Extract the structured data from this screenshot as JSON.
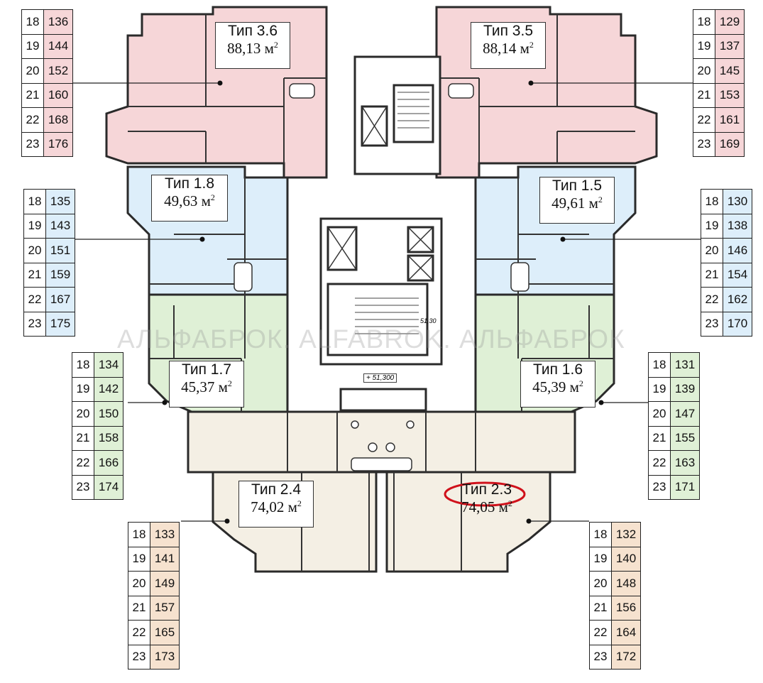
{
  "colors": {
    "pink": "#f6d6d8",
    "blue": "#ddeefa",
    "green": "#dff0d6",
    "beige": "#f4efe4",
    "peach": "#f6e2cf",
    "wall": "#2a2a2a",
    "highlight": "#d0111b"
  },
  "apartments": [
    {
      "id": "t36",
      "type": "Тип 3.6",
      "area": "88,13 м",
      "unit": "2",
      "floors": [
        "18",
        "19",
        "20",
        "21",
        "22",
        "23"
      ],
      "numbers": [
        "136",
        "144",
        "152",
        "160",
        "168",
        "176"
      ],
      "color": "pink"
    },
    {
      "id": "t35",
      "type": "Тип 3.5",
      "area": "88,14 м",
      "unit": "2",
      "floors": [
        "18",
        "19",
        "20",
        "21",
        "22",
        "23"
      ],
      "numbers": [
        "129",
        "137",
        "145",
        "153",
        "161",
        "169"
      ],
      "color": "pink"
    },
    {
      "id": "t18",
      "type": "Тип 1.8",
      "area": "49,63 м",
      "unit": "2",
      "floors": [
        "18",
        "19",
        "20",
        "21",
        "22",
        "23"
      ],
      "numbers": [
        "135",
        "143",
        "151",
        "159",
        "167",
        "175"
      ],
      "color": "blue"
    },
    {
      "id": "t15",
      "type": "Тип 1.5",
      "area": "49,61 м",
      "unit": "2",
      "floors": [
        "18",
        "19",
        "20",
        "21",
        "22",
        "23"
      ],
      "numbers": [
        "130",
        "138",
        "146",
        "154",
        "162",
        "170"
      ],
      "color": "blue"
    },
    {
      "id": "t17",
      "type": "Тип 1.7",
      "area": "45,37 м",
      "unit": "2",
      "floors": [
        "18",
        "19",
        "20",
        "21",
        "22",
        "23"
      ],
      "numbers": [
        "134",
        "142",
        "150",
        "158",
        "166",
        "174"
      ],
      "color": "green"
    },
    {
      "id": "t16",
      "type": "Тип 1.6",
      "area": "45,39 м",
      "unit": "2",
      "floors": [
        "18",
        "19",
        "20",
        "21",
        "22",
        "23"
      ],
      "numbers": [
        "131",
        "139",
        "147",
        "155",
        "163",
        "171"
      ],
      "color": "green"
    },
    {
      "id": "t24",
      "type": "Тип 2.4",
      "area": "74,02 м",
      "unit": "2",
      "floors": [
        "18",
        "19",
        "20",
        "21",
        "22",
        "23"
      ],
      "numbers": [
        "133",
        "141",
        "149",
        "157",
        "165",
        "173"
      ],
      "color": "peach"
    },
    {
      "id": "t23",
      "type": "Тип 2.3",
      "area": "74,05 м",
      "unit": "2",
      "floors": [
        "18",
        "19",
        "20",
        "21",
        "22",
        "23"
      ],
      "numbers": [
        "132",
        "140",
        "148",
        "156",
        "164",
        "172"
      ],
      "color": "peach",
      "highlighted": true
    }
  ],
  "watermark": "АЛЬФАБРОК. ALFABROK. АЛЬФАБРОК",
  "elevation_mark": "+ 51,300",
  "stair_mark": "51,30"
}
